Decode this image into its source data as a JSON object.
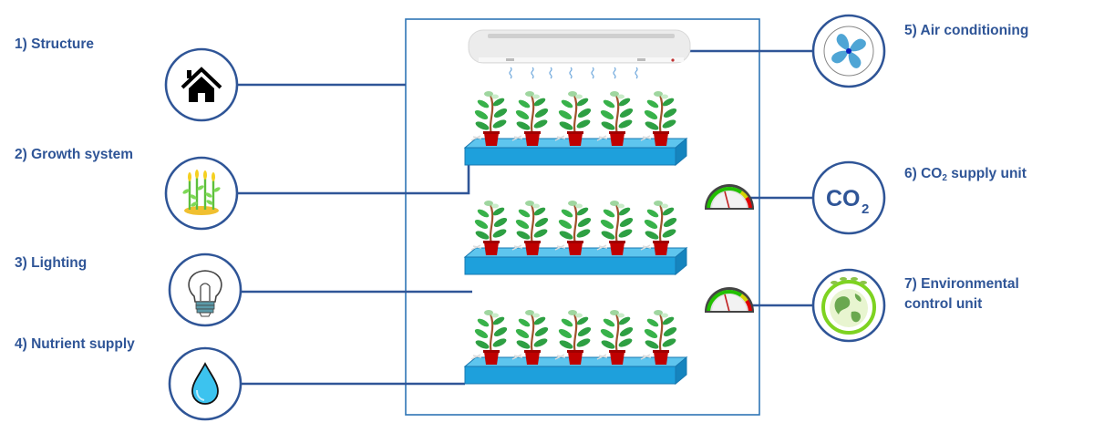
{
  "diagram": {
    "title": "Vertical farm components",
    "components": [
      {
        "number": "1)",
        "name": "Structure",
        "icon": "house-icon"
      },
      {
        "number": "2)",
        "name": "Growth system",
        "icon": "crop-plants-icon"
      },
      {
        "number": "3)",
        "name": "Lighting",
        "icon": "light-bulb-icon"
      },
      {
        "number": "4)",
        "name": "Nutrient supply",
        "icon": "water-drop-icon"
      },
      {
        "number": "5)",
        "name": "Air conditioning",
        "icon": "fan-icon"
      },
      {
        "number": "6)",
        "name_prefix": "CO",
        "name_sub": "2",
        "name_suffix": " supply unit",
        "icon": "co2-icon"
      },
      {
        "number": "7)",
        "name_line1": "Environmental",
        "name_line2": "control unit",
        "icon": "globe-icon"
      }
    ],
    "co2_icon_text": "CO",
    "co2_icon_sub": "2",
    "shelves": 3,
    "plants_per_shelf": 5,
    "gauges": 2,
    "colors": {
      "accent": "#2f5597",
      "frame": "#2e75b6",
      "shelf": "#1ea0dc",
      "pot": "#c00000",
      "leaf": "#2ea043"
    }
  }
}
